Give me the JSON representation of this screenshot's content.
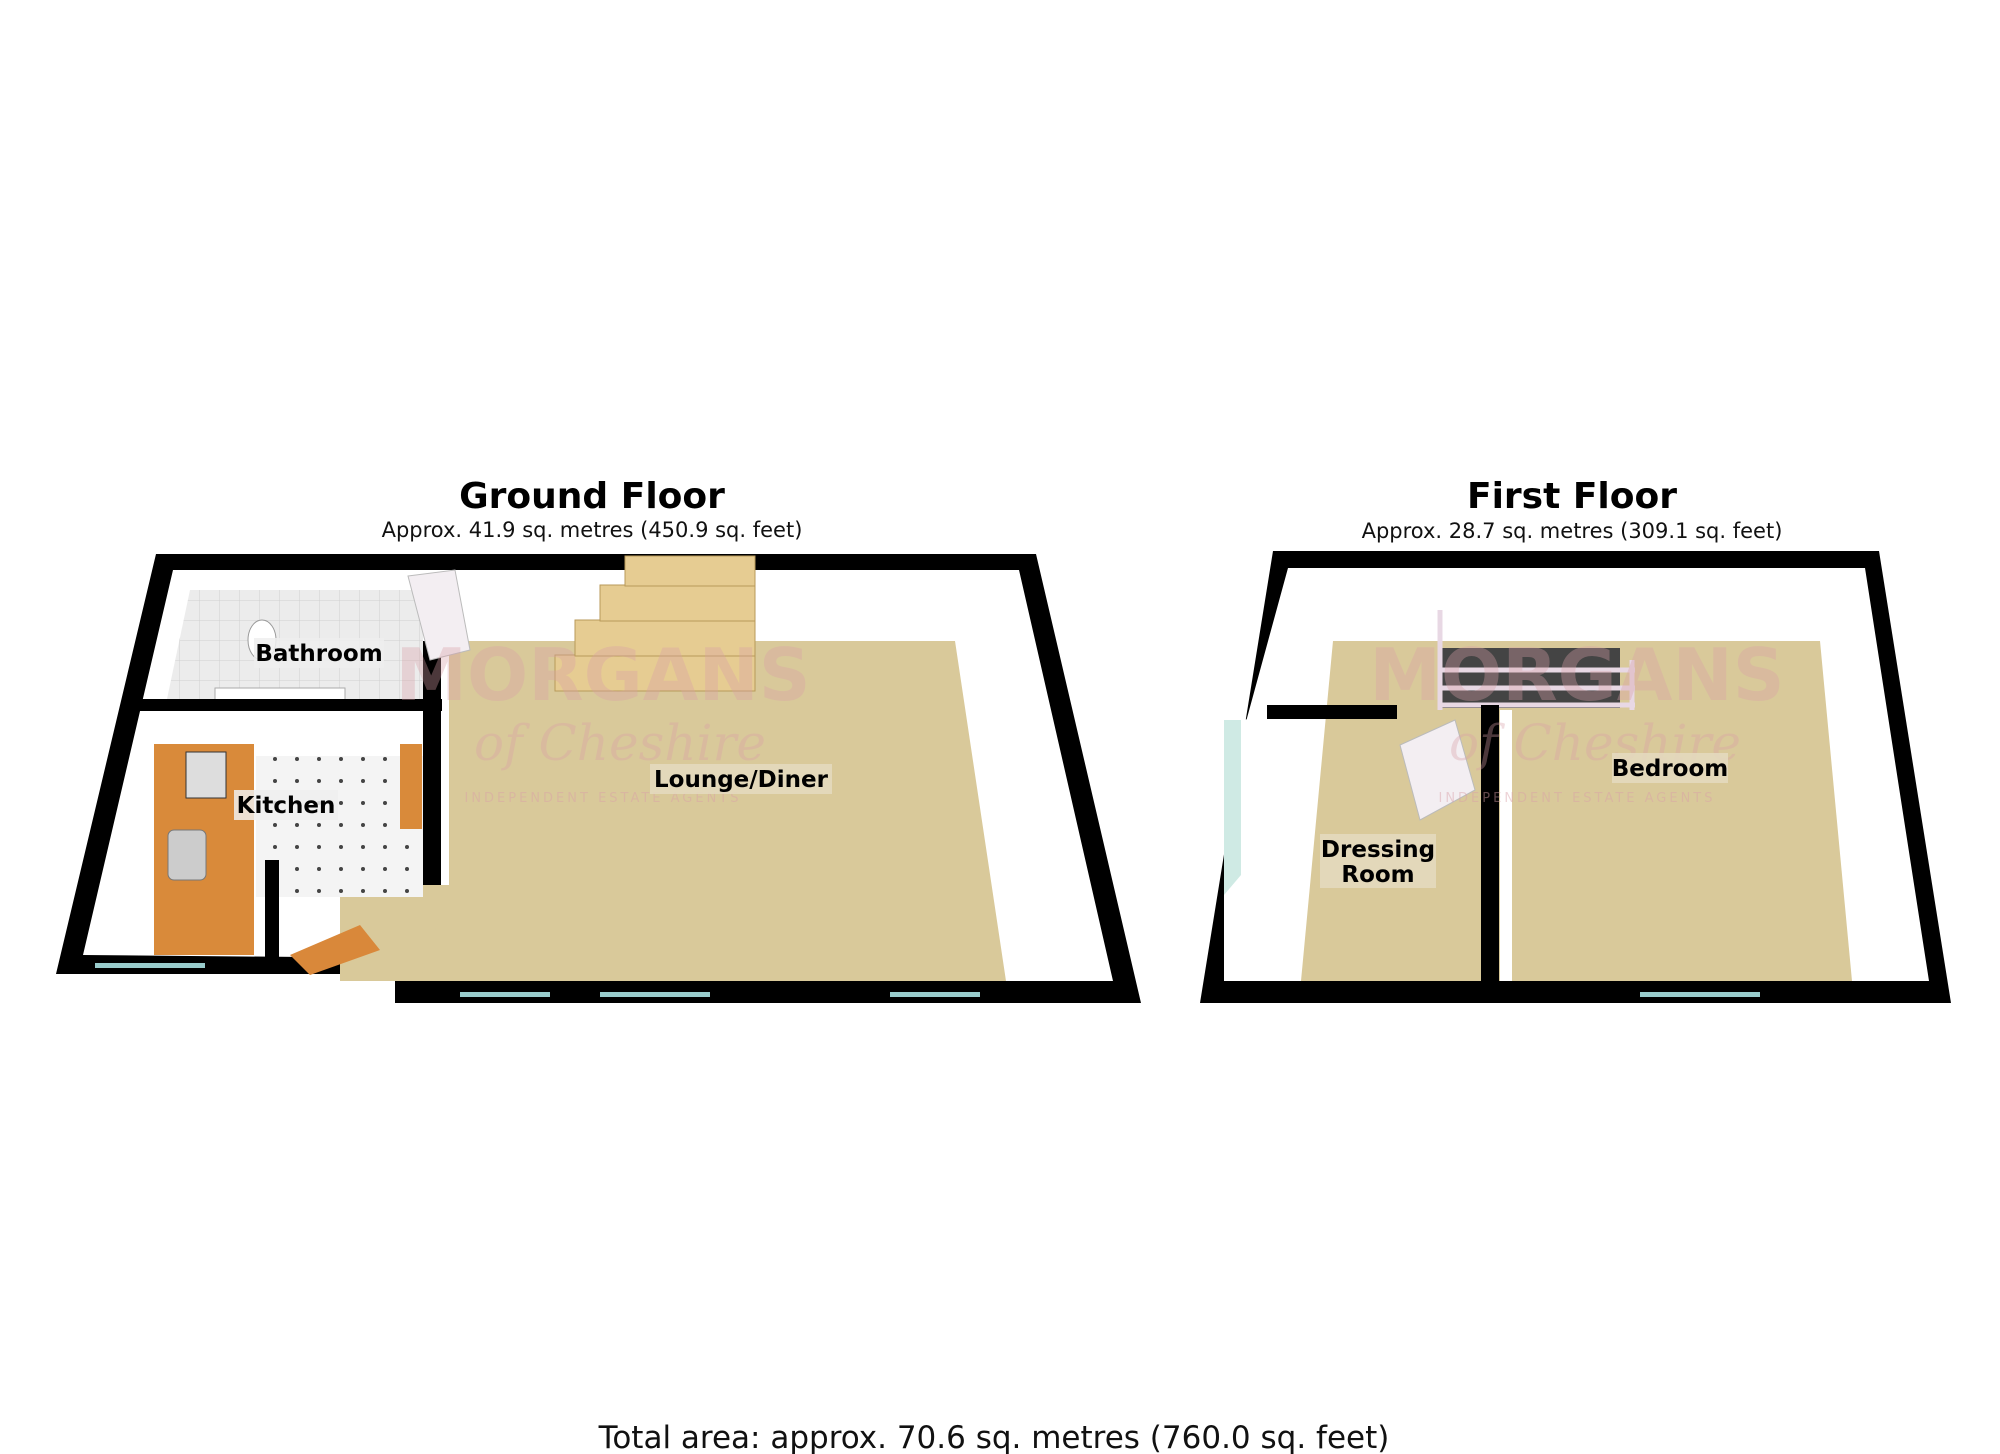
{
  "ground_floor": {
    "title": "Ground Floor",
    "area": "Approx. 41.9 sq. metres (450.9 sq. feet)",
    "rooms": {
      "bathroom": "Bathroom",
      "kitchen": "Kitchen",
      "lounge": "Lounge/Diner"
    }
  },
  "first_floor": {
    "title": "First Floor",
    "area": "Approx. 28.7 sq. metres (309.1 sq. feet)",
    "rooms": {
      "dressing_line1": "Dressing",
      "dressing_line2": "Room",
      "bedroom": "Bedroom"
    }
  },
  "total_area": "Total area: approx. 70.6 sq. metres (760.0 sq. feet)",
  "watermark": {
    "name": "MORGANS",
    "script": "of Cheshire",
    "tagline": "INDEPENDENT ESTATE AGENTS"
  },
  "colors": {
    "wall": "#000000",
    "carpet": "#d9c99a",
    "tile": "#e8e8e8",
    "worktop": "#d98a3a"
  }
}
